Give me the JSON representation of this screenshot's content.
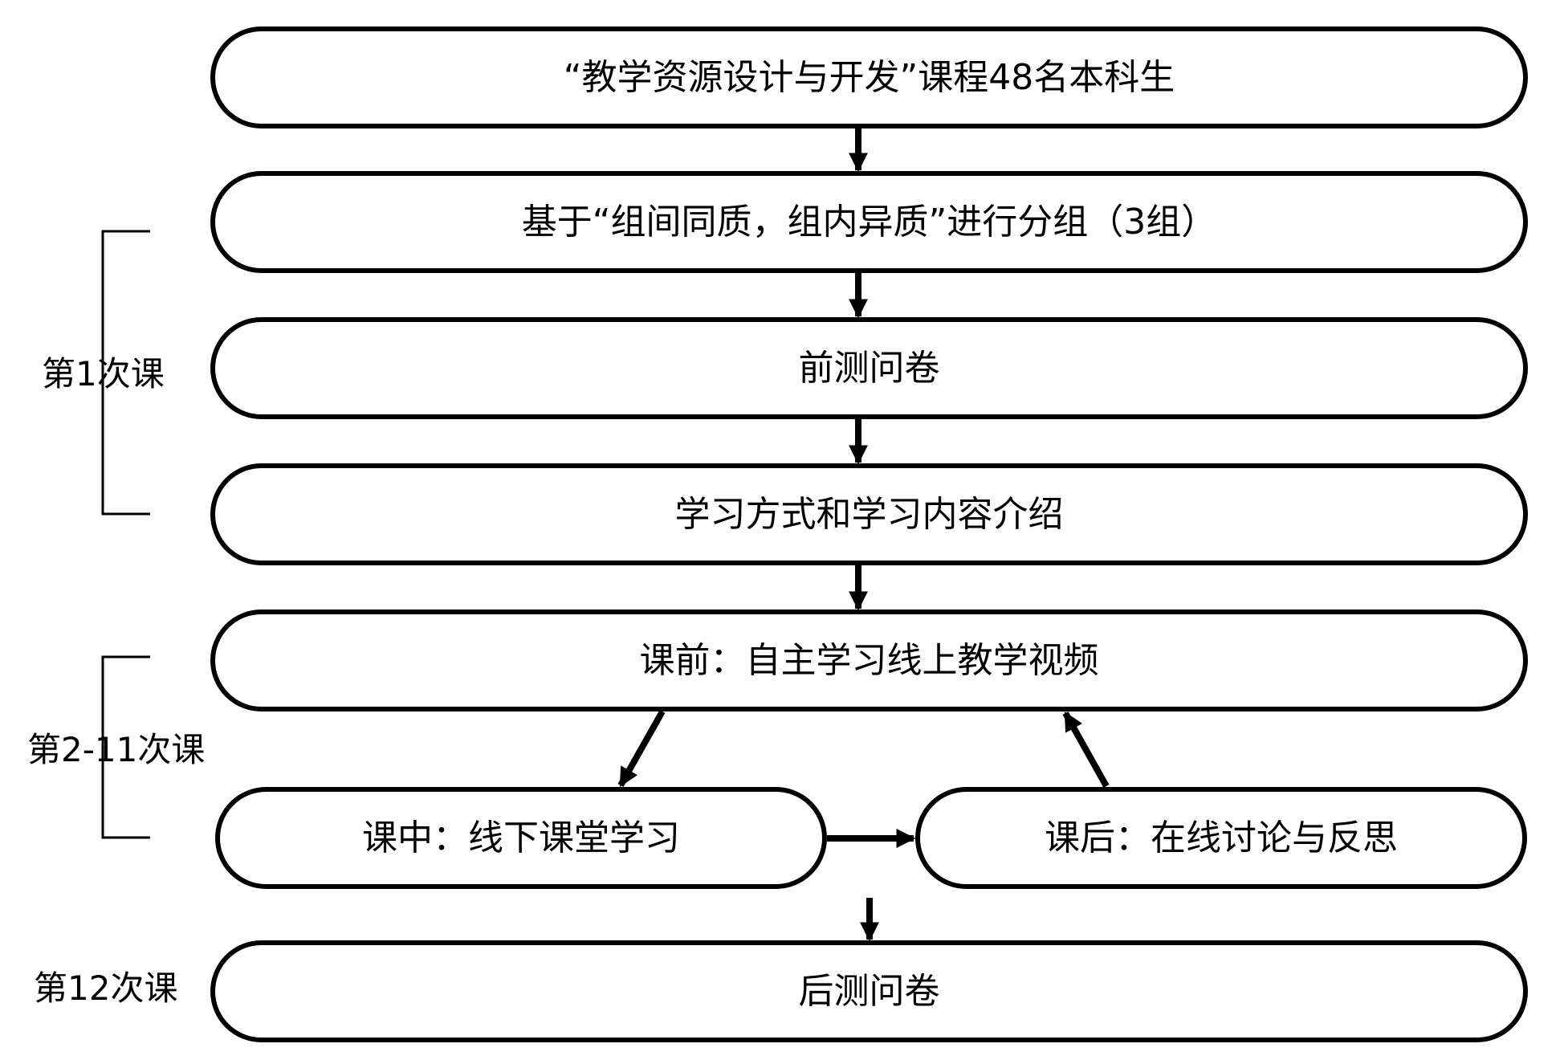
{
  "nodes": {
    "n1": "“教学资源设计与开发”课程48名本科生",
    "n2": "基于“组间同质，组内异质”进行分组（3组）",
    "n3": "前测问卷",
    "n4": "学习方式和学习内容介绍",
    "n5": "课前：自主学习线上教学视频",
    "n6": "课中：线下课堂学习",
    "n7": "课后：在线讨论与反思",
    "n8": "后测问卷"
  },
  "side_labels": {
    "session1": "第1次课",
    "session2_11": "第2-11次课",
    "session12": "第12次课"
  },
  "colors": {
    "stroke": "#000000",
    "background": "#ffffff"
  }
}
